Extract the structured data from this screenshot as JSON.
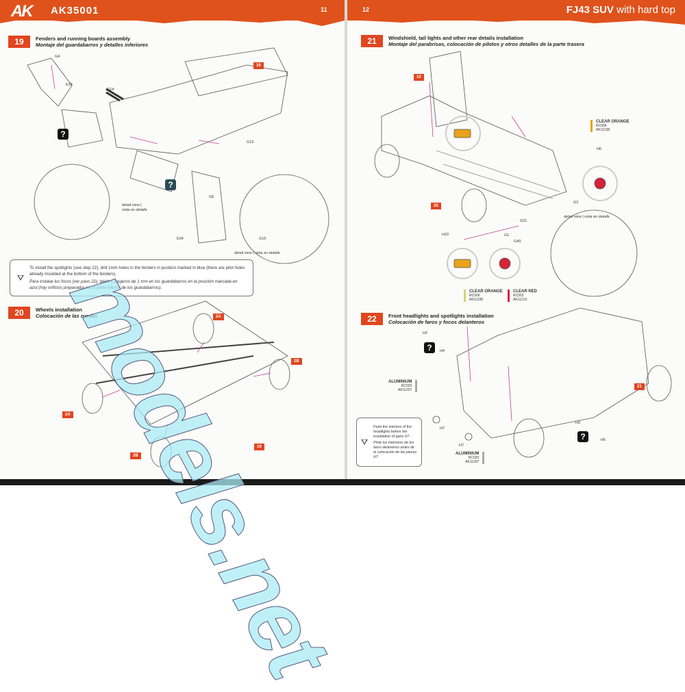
{
  "left_page": {
    "brand_logo": "AK",
    "product_code": "AK35001",
    "page_number": "11",
    "step19": {
      "number": "19",
      "title": "Fenders and running boards assembly",
      "title_es": "Montaje del guardabarros y detalles inferiores"
    },
    "step19_parts": [
      "G4",
      "E35",
      "G14",
      "G15",
      "G5",
      "E34",
      "G15"
    ],
    "step19_ref_tag": "18",
    "detail_view_1": "detail view |",
    "detail_view_1_es": "vista en detalle",
    "detail_view_2": "detail view | vista en detalle",
    "note": {
      "en": "To install the spotlights (see step 22), drill 1mm holes in the fenders in position marked in blue (there are pilot holes already moulded at the bottom of the fenders).",
      "es": "Para instalar los focos (ver paso 22), taladra agujeros de 1 mm en los guardabarros en la posición marcada en azul (hay orificios preparados en la parte inferior de los guardabarros)."
    },
    "step20": {
      "number": "20",
      "title": "Wheels installation",
      "title_es": "Colocación de las ruedas"
    },
    "step20_tags": [
      "2A",
      "2B",
      "2A",
      "2B",
      "19"
    ]
  },
  "right_page": {
    "page_number": "12",
    "model_title_bold": "FJ43 SUV",
    "model_title_rest": " with hard top",
    "step21": {
      "number": "21",
      "title": "Windshield, tail lights and other rear details installation",
      "title_es": "Montaje del parabrisas, colocación de pilotos y otros detalles de la parte trasera"
    },
    "step21_tags": [
      "10",
      "20"
    ],
    "step21_parts": [
      "H6",
      "G2",
      "G31",
      "G1",
      "G40",
      "H10"
    ],
    "detail_view": "detail view | vista en detalle",
    "paints": [
      {
        "name": "CLEAR ORANGE",
        "code1": "RC506",
        "code2": "AK11238",
        "color": "#e8a21c"
      },
      {
        "name": "CLEAR ORANGE",
        "code1": "RC506",
        "code2": "AK11238",
        "color": "#d8d070"
      },
      {
        "name": "CLEAR RED",
        "code1": "RC503",
        "code2": "AK11213",
        "color": "#d3243a"
      },
      {
        "name": "ALUMINIUM",
        "code1": "RC020",
        "code2": "AK11207",
        "color": "#aaaaaa"
      },
      {
        "name": "ALUMINIUM",
        "code1": "RC020",
        "code2": "AK11207",
        "color": "#aaaaaa"
      }
    ],
    "step22": {
      "number": "22",
      "title": "Front headlights and spotlights installation",
      "title_es": "Colocación de faros y focos delanteros"
    },
    "step22_parts": [
      "H2",
      "H4",
      "H7",
      "H7",
      "H3",
      "H5"
    ],
    "step22_tag": "21",
    "note": {
      "en": "Paint the interiors of the headlights before the installation of parts H7.",
      "es": "Pinte los interiores de los faros delanteros antes de la colocación de las piezas H7."
    }
  },
  "watermark": "models.net"
}
